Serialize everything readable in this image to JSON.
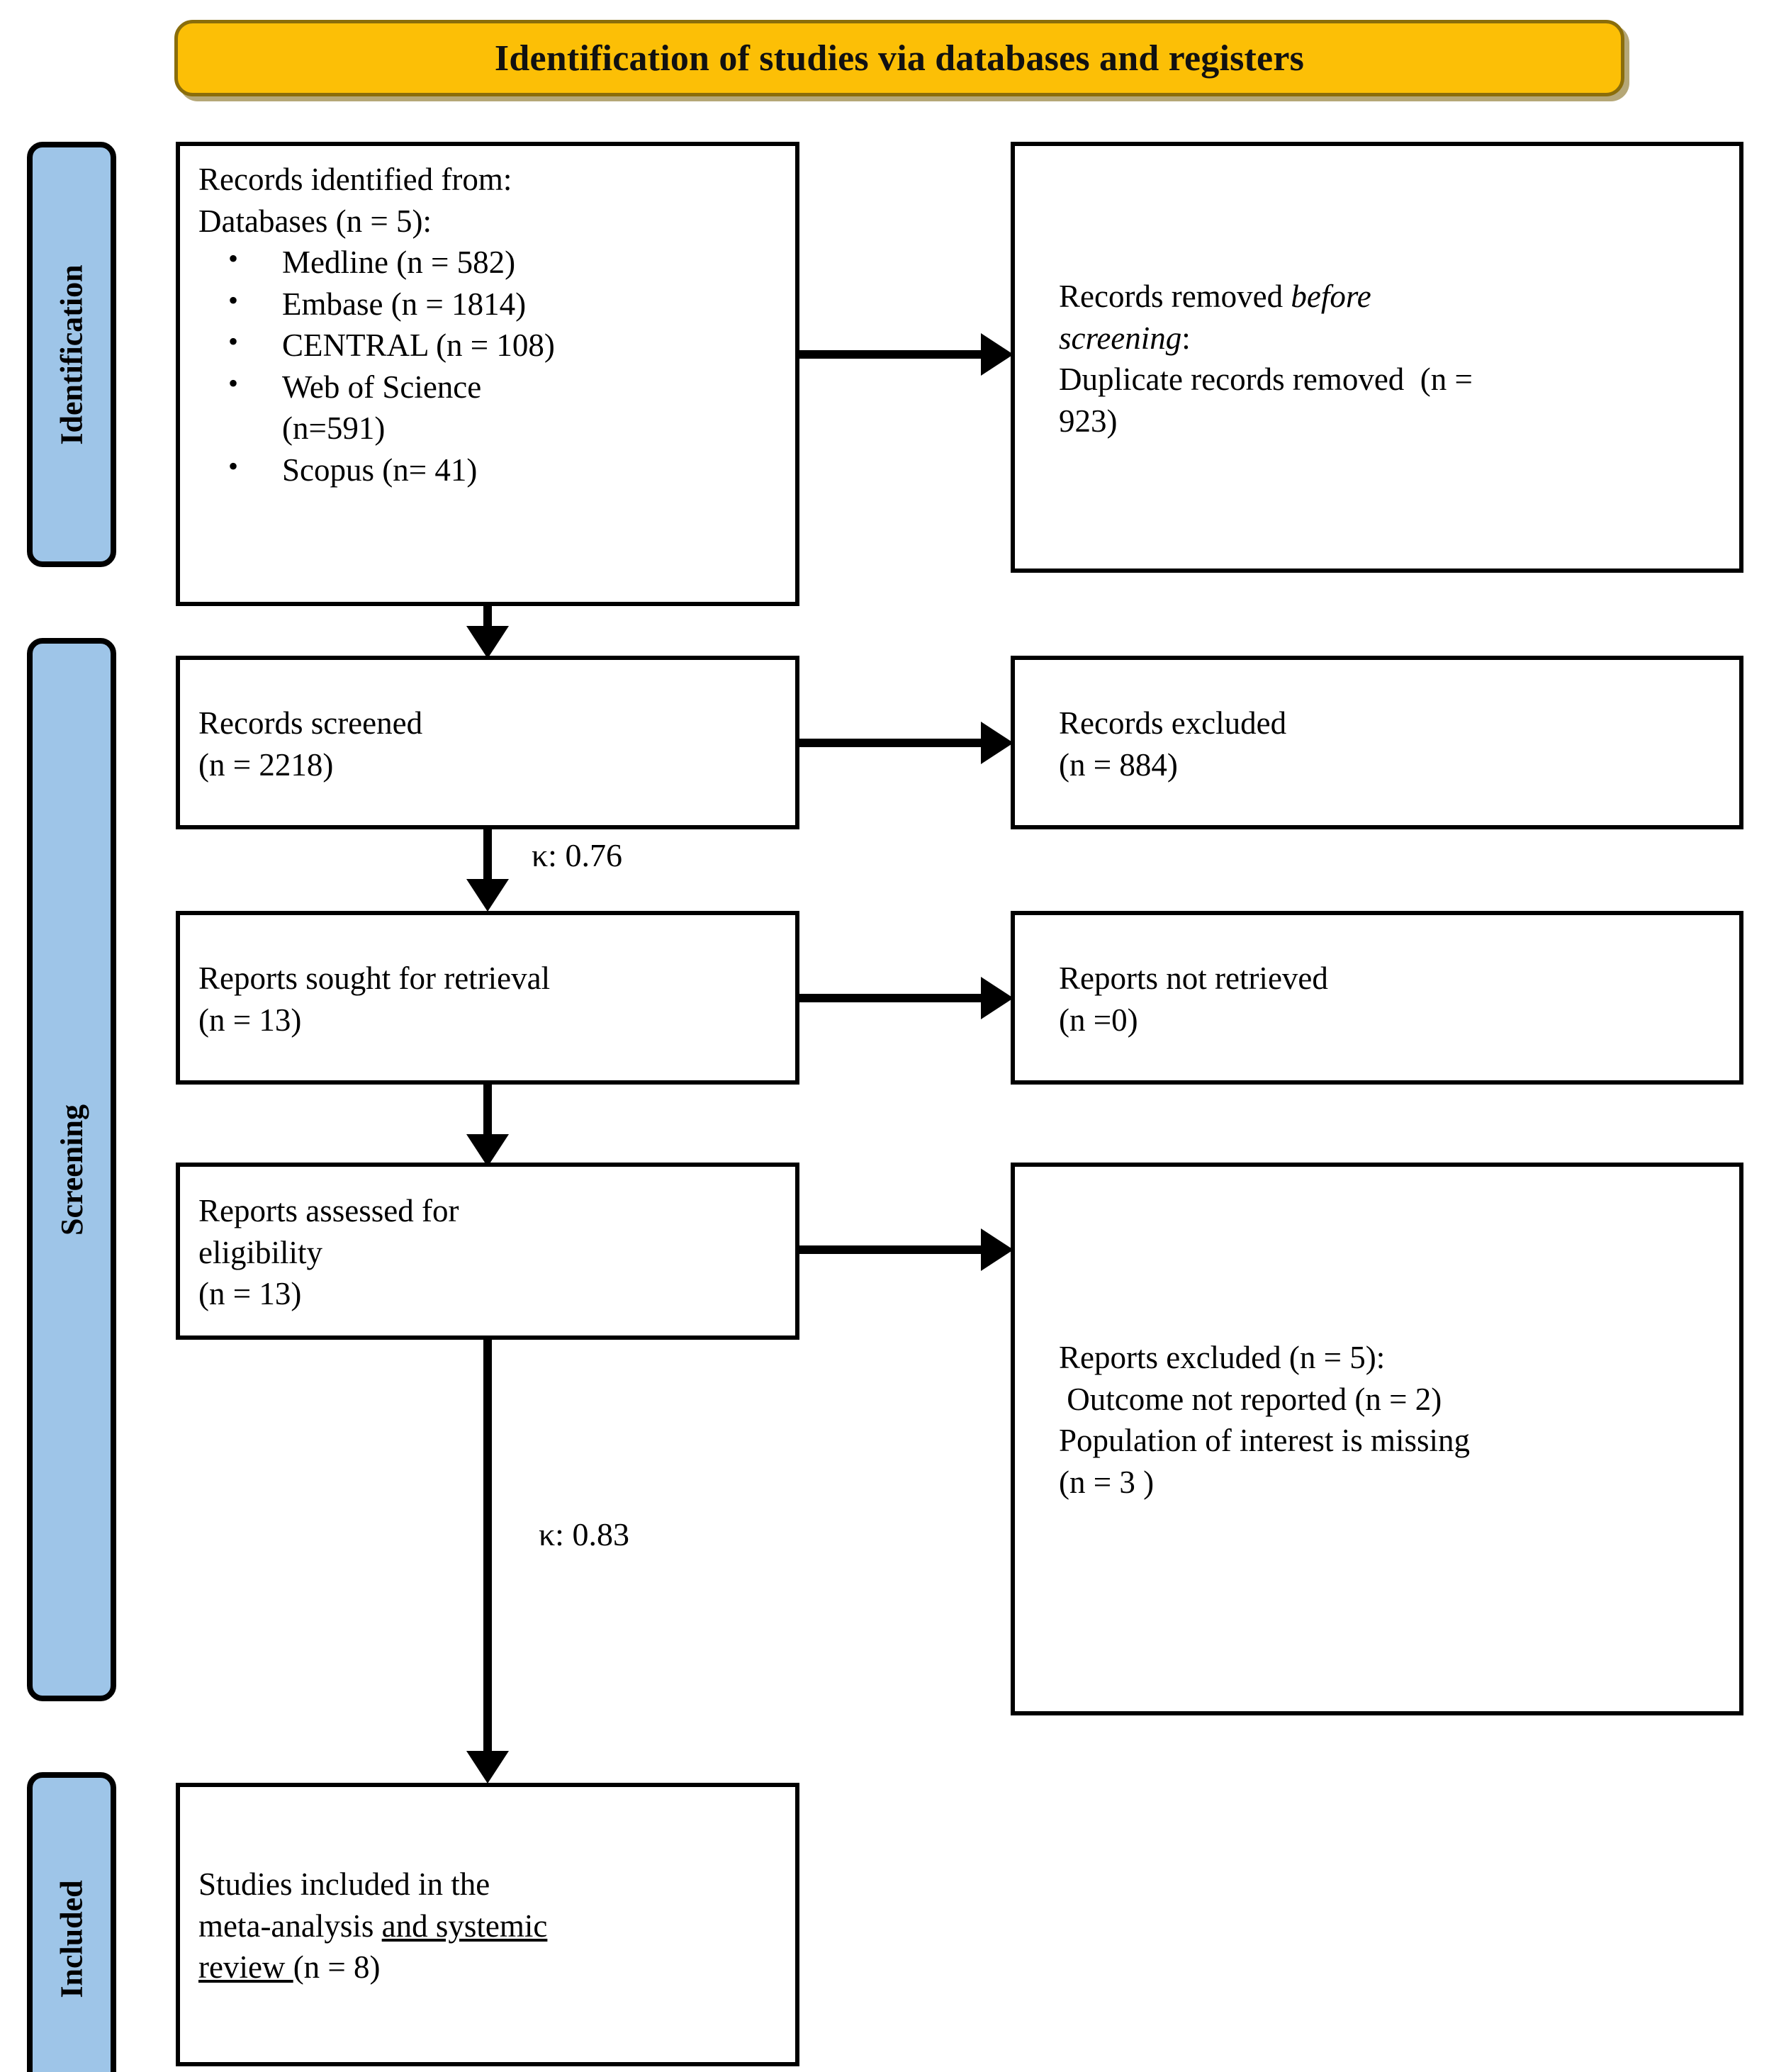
{
  "banner": {
    "title": "Identification of studies via databases and registers",
    "fill": "#FCBF06",
    "border": "#8a6d0b"
  },
  "rails": {
    "fill": "#9EC5E8",
    "border": "#000000",
    "items": [
      {
        "label": "Identification"
      },
      {
        "label": "Screening"
      },
      {
        "label": "Included"
      }
    ]
  },
  "boxes": {
    "identified": {
      "heading1": "Records identified from:",
      "heading2": "Databases (n = 5):",
      "bullets": [
        "Medline (n = 582)",
        "Embase (n = 1814)",
        "CENTRAL (n = 108)",
        "Web of Science\n(n=591)",
        "Scopus (n= 41)"
      ]
    },
    "removed": {
      "line1_a": "Records removed ",
      "line1_b": "before",
      "line2_a": "screening",
      "line2_b": ":",
      "line3": "Duplicate records removed  (n =",
      "line4": "923)"
    },
    "screened": {
      "line1": "Records screened",
      "line2": "(n = 2218)"
    },
    "records_excluded": {
      "line1": "Records excluded",
      "line2": "(n = 884)"
    },
    "sought": {
      "line1": "Reports sought for retrieval",
      "line2": "(n = 13)"
    },
    "not_retrieved": {
      "line1": "Reports not retrieved",
      "line2": "(n =0)"
    },
    "assessed": {
      "line1": "Reports assessed for",
      "line2": "eligibility",
      "line3": "(n = 13)"
    },
    "reports_excluded": {
      "line1": "Reports excluded (n = 5):",
      "line2": " Outcome not reported (n = 2)",
      "line3": "Population of interest is missing",
      "line4": "(n = 3 )"
    },
    "included": {
      "line1": "Studies included in the",
      "line2_plain": "meta-analysis ",
      "line2_underlined": "and systemic",
      "line3_underlined": "review ",
      "line3_plain": "(n = 8)"
    }
  },
  "annotations": {
    "kappa_screening": "κ: 0.76",
    "kappa_eligibility": "κ: 0.83"
  }
}
